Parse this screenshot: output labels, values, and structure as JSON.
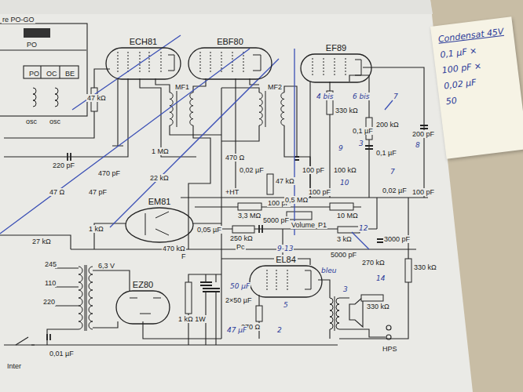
{
  "diagram": {
    "nodes": [
      {
        "text": [
          "ECH81"
        ]
      },
      {
        "text": [
          "EBF80"
        ]
      },
      {
        "text": [
          "EF89"
        ]
      },
      {
        "text": [
          "EM81"
        ]
      },
      {
        "text": [
          "EZ80"
        ]
      },
      {
        "text": [
          "EL84"
        ]
      },
      {
        "text": [
          "Condensat 45V",
          "0,1 µF ×",
          "100 pF ×",
          "0,02 µF",
          "50"
        ]
      }
    ],
    "labels": [
      "re PO-GO",
      "PO",
      "PO",
      "OC",
      "BE",
      "osc",
      "osc",
      "47 kΩ",
      "220 pF",
      "470 pF",
      "1 MΩ",
      "22 kΩ",
      "47 Ω",
      "47 pF",
      "1 kΩ",
      "27 kΩ",
      "470 kΩ",
      "0,05 µF",
      "MF1",
      "MF2",
      "470 Ω",
      "+HT",
      "0,02 µF",
      "47 kΩ",
      "100 pF",
      "100 pF",
      "100 pF",
      "3,3 MΩ",
      "0,5 MΩ",
      "Volume",
      "P1",
      "10 MΩ",
      "250 kΩ",
      "5000 pF",
      "Pc",
      "3 kΩ",
      "5000 pF",
      "270 kΩ",
      "3000 pF",
      "330 kΩ",
      "330 kΩ",
      "330 kΩ",
      "0,1 µF",
      "200 kΩ",
      "100 kΩ",
      "0,1 µF",
      "200 pF",
      "0,02 µF",
      "100 pF",
      "245",
      "110",
      "220",
      "6,3 V",
      "0,01 µF",
      "Inter",
      "1 kΩ 1W",
      "2×50 µF",
      "F",
      "270 Ω",
      "HPS",
      "4 bis",
      "6 bis",
      "7",
      "9",
      "10",
      "3",
      "8",
      "7",
      "12",
      "9-13",
      "14",
      "bleu",
      "3",
      "5",
      "2",
      "50 µF",
      "47 µF"
    ]
  }
}
